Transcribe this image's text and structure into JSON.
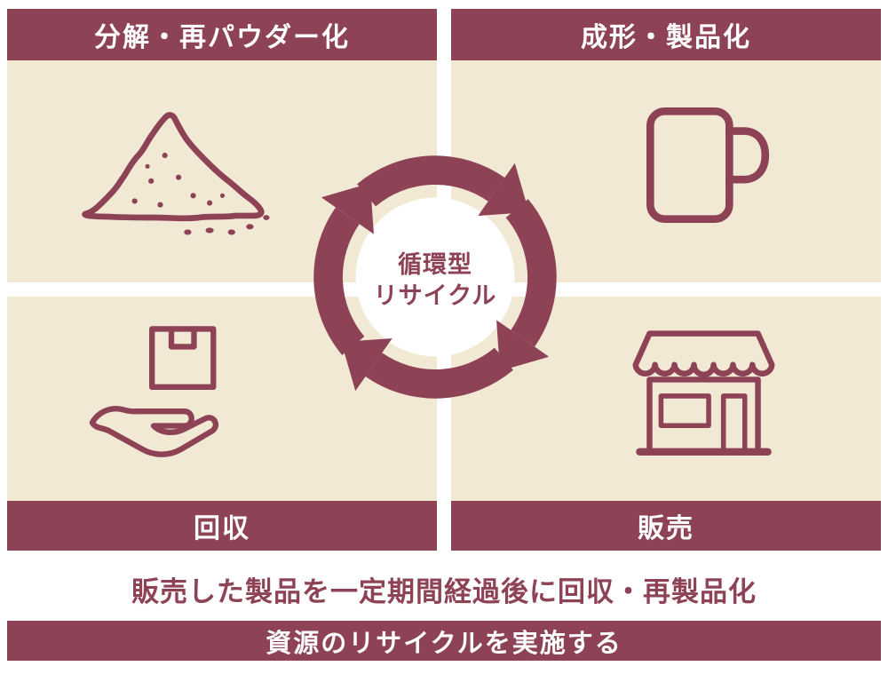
{
  "colors": {
    "maroon": "#8d4255",
    "beige": "#f2e9d5",
    "white": "#ffffff"
  },
  "quadrants": [
    {
      "id": "repowder",
      "label": "分解・再パウダー化",
      "icon": "powder-pile-icon",
      "label_position": "top"
    },
    {
      "id": "molding",
      "label": "成形・製品化",
      "icon": "mug-icon",
      "label_position": "top"
    },
    {
      "id": "collection",
      "label": "回収",
      "icon": "hand-box-icon",
      "label_position": "bottom"
    },
    {
      "id": "sales",
      "label": "販売",
      "icon": "storefront-icon",
      "label_position": "bottom"
    }
  ],
  "center": {
    "line1": "循環型",
    "line2": "リサイクル"
  },
  "caption": "販売した製品を一定期間経過後に回収・再製品化",
  "footer": "資源のリサイクルを実施する"
}
